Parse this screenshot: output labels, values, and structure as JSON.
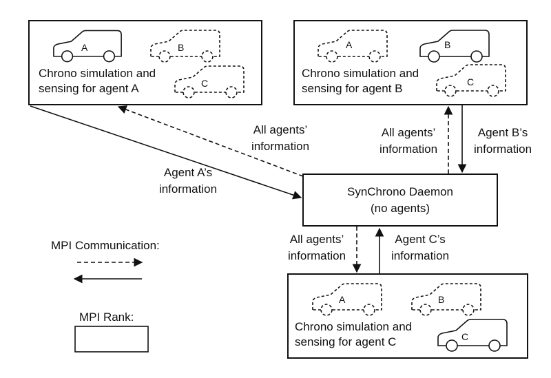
{
  "agents": {
    "a": {
      "caption_line1": "Chrono simulation and",
      "caption_line2": "sensing for agent A",
      "cars": {
        "first": "A",
        "second": "B",
        "third": "C"
      }
    },
    "b": {
      "caption_line1": "Chrono simulation and",
      "caption_line2": "sensing for agent B",
      "cars": {
        "first": "A",
        "second": "B",
        "third": "C"
      }
    },
    "c": {
      "caption_line1": "Chrono simulation and",
      "caption_line2": "sensing for agent C",
      "cars": {
        "first": "A",
        "second": "B",
        "third": "C"
      }
    }
  },
  "daemon": {
    "line1": "SynChrono Daemon",
    "line2": "(no agents)"
  },
  "flows": {
    "all_info_line1": "All agents’",
    "all_info_line2": "information",
    "agent_a_line1": "Agent A’s",
    "agent_a_line2": "information",
    "agent_b_line1": "Agent B’s",
    "agent_b_line2": "information",
    "agent_c_line1": "Agent C’s",
    "agent_c_line2": "information"
  },
  "legend": {
    "communication": "MPI Communication:",
    "rank": "MPI Rank:"
  },
  "colors": {
    "stroke": "#111111",
    "background": "#ffffff"
  }
}
